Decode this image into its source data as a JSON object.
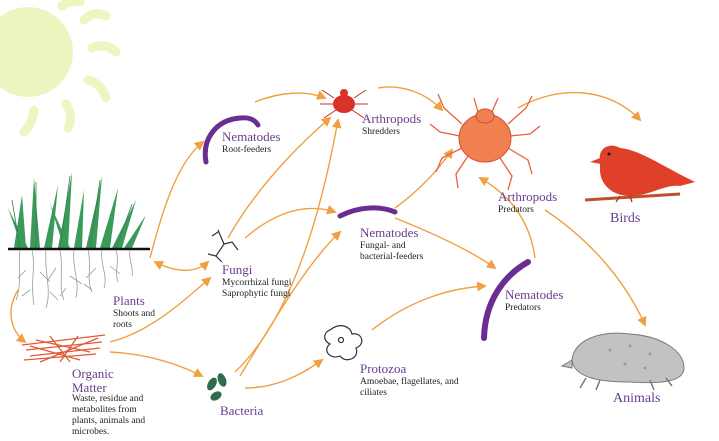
{
  "colors": {
    "arrow": "#f0a040",
    "label": "#6a3d8f",
    "subtext": "#222222",
    "sun": "#eef5c0",
    "grass": "#3a9a5a",
    "roots": "#9a9a9a",
    "organic_matter": "#e25a3a",
    "worm": "#6b2d8f",
    "arthropod": "#e8603a",
    "bird": "#e0402a",
    "bacteria": "#2f6b4f",
    "mole": "#b8b8b8"
  },
  "nodes": {
    "plants": {
      "title": "Plants",
      "sub": "Shoots and roots"
    },
    "organic": {
      "title": "Organic Matter",
      "sub": "Waste, residue and metabolites from plants, animals and microbes."
    },
    "bacteria": {
      "title": "Bacteria"
    },
    "fungi": {
      "title": "Fungi",
      "sub1": "Mycorrhizal fungi",
      "sub2": "Saprophytic fungi"
    },
    "nematodes_root": {
      "title": "Nematodes",
      "sub": "Root-feeders"
    },
    "arthropods_shred": {
      "title": "Arthropods",
      "sub": "Shredders"
    },
    "nematodes_fungal": {
      "title": "Nematodes",
      "sub": "Fungal- and bacterial-feeders"
    },
    "protozoa": {
      "title": "Protozoa",
      "sub": "Amoebae, flagellates, and ciliates"
    },
    "arthropods_pred": {
      "title": "Arthropods",
      "sub": "Predators"
    },
    "nematodes_pred": {
      "title": "Nematodes",
      "sub": "Predators"
    },
    "birds": {
      "title": "Birds"
    },
    "animals": {
      "title": "Animals"
    }
  }
}
